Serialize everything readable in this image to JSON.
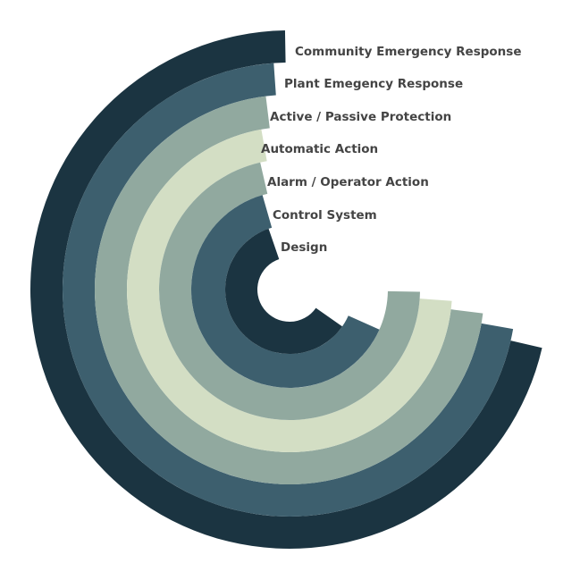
{
  "layers": [
    {
      "label": "Community Emergency Response",
      "color": "#1b3441"
    },
    {
      "label": "Plant Emegency Response",
      "color": "#3d5f6e"
    },
    {
      "label": "Active / Passive Protection",
      "color": "#91a99f"
    },
    {
      "label": "Automatic Action",
      "color": "#d3dec4"
    },
    {
      "label": "Alarm / Operator Action",
      "color": "#91a99f"
    },
    {
      "label": "Control System",
      "color": "#3d5f6e"
    },
    {
      "label": "Design",
      "color": "#1b3441"
    }
  ],
  "background": "#ffffff"
}
